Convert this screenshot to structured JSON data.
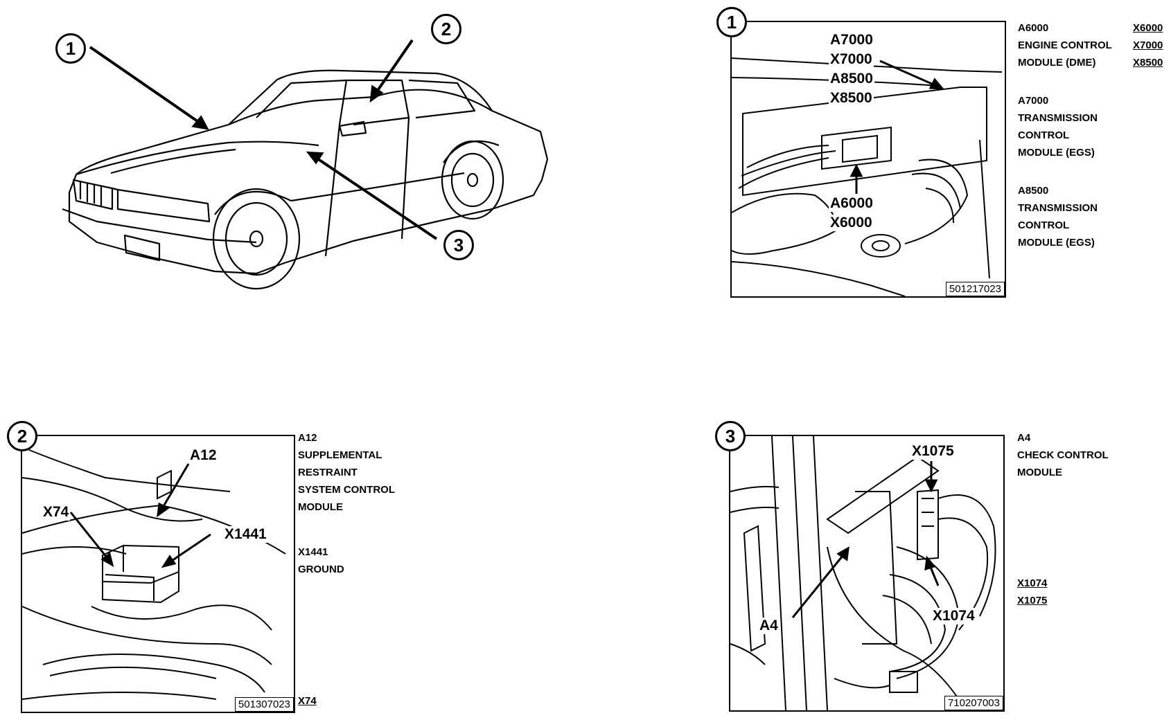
{
  "overview": {
    "callouts": [
      "1",
      "2",
      "3"
    ]
  },
  "panel1": {
    "number": "1",
    "labels": [
      "A7000",
      "X7000",
      "A8500",
      "X8500",
      "A6000",
      "X6000"
    ],
    "figure_id": "501217023",
    "legend": [
      {
        "code": "A6000",
        "lines": [
          "ENGINE CONTROL",
          "MODULE (DME)"
        ]
      },
      {
        "code": "A7000",
        "lines": [
          "TRANSMISSION",
          "CONTROL",
          "MODULE (EGS)"
        ]
      },
      {
        "code": "A8500",
        "lines": [
          "TRANSMISSION",
          "CONTROL",
          "MODULE (EGS)"
        ]
      }
    ],
    "connectors": [
      "X6000",
      "X7000",
      "X8500"
    ]
  },
  "panel2": {
    "number": "2",
    "labels": [
      "A12",
      "X74",
      "X1441"
    ],
    "figure_id": "501307023",
    "legend": [
      {
        "code": "A12",
        "lines": [
          "SUPPLEMENTAL",
          "RESTRAINT",
          "SYSTEM CONTROL",
          "MODULE"
        ]
      },
      {
        "code": "X1441",
        "lines": [
          "GROUND"
        ]
      }
    ],
    "connectors": [
      "X74"
    ]
  },
  "panel3": {
    "number": "3",
    "labels": [
      "X1075",
      "A4",
      "X1074"
    ],
    "figure_id": "710207003",
    "legend": [
      {
        "code": "A4",
        "lines": [
          "CHECK CONTROL",
          "MODULE"
        ]
      }
    ],
    "connectors": [
      "X1074",
      "X1075"
    ]
  }
}
